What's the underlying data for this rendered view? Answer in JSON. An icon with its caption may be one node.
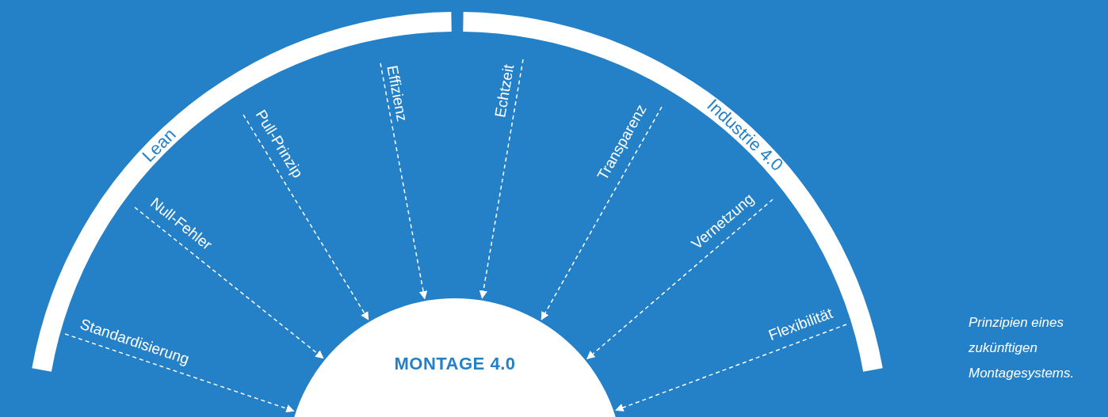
{
  "diagram": {
    "caption": "Prinzipien eines zukünftigen Montagesystems.",
    "nodes": [
      {
        "text": [
          "Lean"
        ]
      },
      {
        "text": [
          "Industrie 4.0"
        ]
      },
      {
        "text": [
          "MONTAGE 4.0"
        ]
      },
      {
        "text": [
          "Standardisierung"
        ]
      },
      {
        "text": [
          "Null-Fehler"
        ]
      },
      {
        "text": [
          "Pull-Prinzip"
        ]
      },
      {
        "text": [
          "Effizienz"
        ]
      },
      {
        "text": [
          "Echtzeit"
        ]
      },
      {
        "text": [
          "Transparenz"
        ]
      },
      {
        "text": [
          "Vernetzung"
        ]
      },
      {
        "text": [
          "Flexibilität"
        ]
      }
    ],
    "edges": [
      {
        "from": 3,
        "to": 2,
        "arrow": "to",
        "style": "dashed"
      },
      {
        "from": 4,
        "to": 2,
        "arrow": "to",
        "style": "dashed"
      },
      {
        "from": 5,
        "to": 2,
        "arrow": "to",
        "style": "dashed"
      },
      {
        "from": 6,
        "to": 2,
        "arrow": "to",
        "style": "dashed"
      },
      {
        "from": 7,
        "to": 2,
        "arrow": "to",
        "style": "dashed"
      },
      {
        "from": 8,
        "to": 2,
        "arrow": "to",
        "style": "dashed"
      },
      {
        "from": 9,
        "to": 2,
        "arrow": "to",
        "style": "dashed"
      },
      {
        "from": 10,
        "to": 2,
        "arrow": "to",
        "style": "dashed"
      }
    ]
  }
}
